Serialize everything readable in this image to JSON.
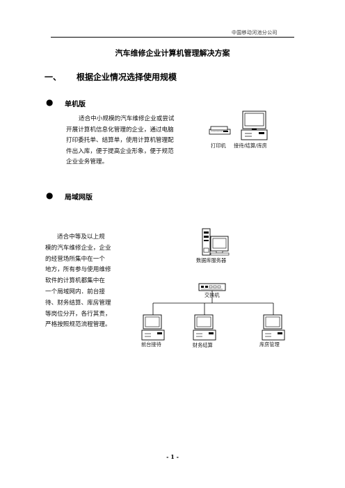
{
  "header": {
    "company": "中国移动河池分公司"
  },
  "document": {
    "title": "汽车维修企业计算机管理解决方案",
    "section": {
      "number": "一、",
      "title": "根据企业情况选择使用规模"
    }
  },
  "single": {
    "bullet_label": "单机版",
    "lines": [
      "适合中小规模的汽车维修企业或尝试",
      "开展计算机信息化管理的企业，通过电脑",
      "打印委托单、结算单，使用计算机管理配",
      "件出入库，便于提高企业形象，便于规范",
      "企业业务管理。"
    ],
    "diagram": {
      "printer_label": "打印机",
      "pc_label": "接待/结算/库房"
    }
  },
  "lan": {
    "bullet_label": "局域网版",
    "lines": [
      "适合中等及以上规",
      "模的汽车维修企业，企业",
      "的经营场所集中在一个",
      "地方，所有参与使用维修",
      "软件的计算机都集中在",
      "一个局域网内．前台接",
      "待、财务结算、库房管理",
      "等岗位分开，各行其责，",
      "严格按照规范流程管理。"
    ],
    "diagram": {
      "server_label": "数据库服务器",
      "switch_label": "交换机",
      "clients": [
        "前台接待",
        "财务结算",
        "库房管理"
      ]
    }
  },
  "footer": {
    "page_number": "- 1 -"
  }
}
